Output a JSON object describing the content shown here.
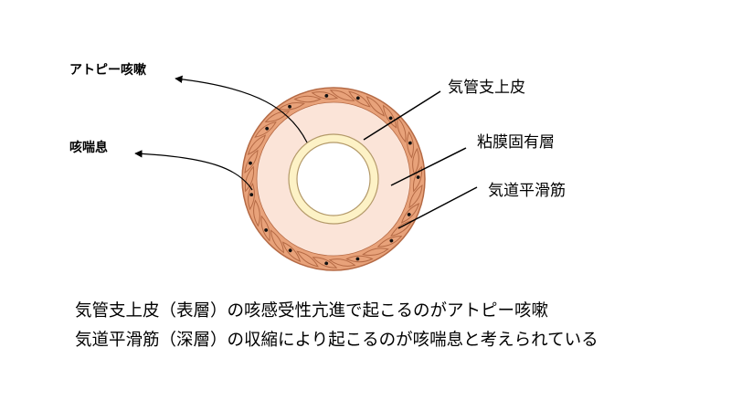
{
  "labels": {
    "atopic_cough": "アトピー咳嗽",
    "cough_asthma": "咳喘息",
    "airway_epithelium": "気管支上皮",
    "lamina_propria": "粘膜固有層",
    "airway_smooth_muscle": "気道平滑筋"
  },
  "caption": {
    "line1": "気管支上皮（表層）の咳感受性亢進で起こるのがアトピー咳嗽",
    "line2": "気道平滑筋（深層）の収縮により起こるのが咳喘息と考えられている"
  },
  "colors": {
    "muscle_fill": "#e8a27a",
    "muscle_stroke": "#b56a45",
    "lamina_fill": "#fbe4d8",
    "epithelium_fill": "#fdf2c6",
    "epithelium_stroke": "#b49a6a",
    "lumen_fill": "#ffffff",
    "nucleus": "#111111",
    "line": "#000000"
  },
  "icons": {
    "muscle_cell": "spindle-cell-icon",
    "nucleus": "nucleus-dot-icon"
  }
}
